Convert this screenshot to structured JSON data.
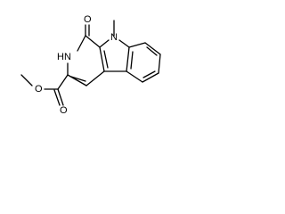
{
  "molecule": {
    "atoms": {
      "carbonyl_oxygen": "O",
      "pyridone_nitrogen": "HN",
      "indole_nitrogen": "N",
      "ester_oxygen_double": "O",
      "ester_oxygen_single": "O"
    }
  },
  "colors": {
    "background": "#ffffff",
    "bond": "#000000",
    "label": "#000000"
  }
}
